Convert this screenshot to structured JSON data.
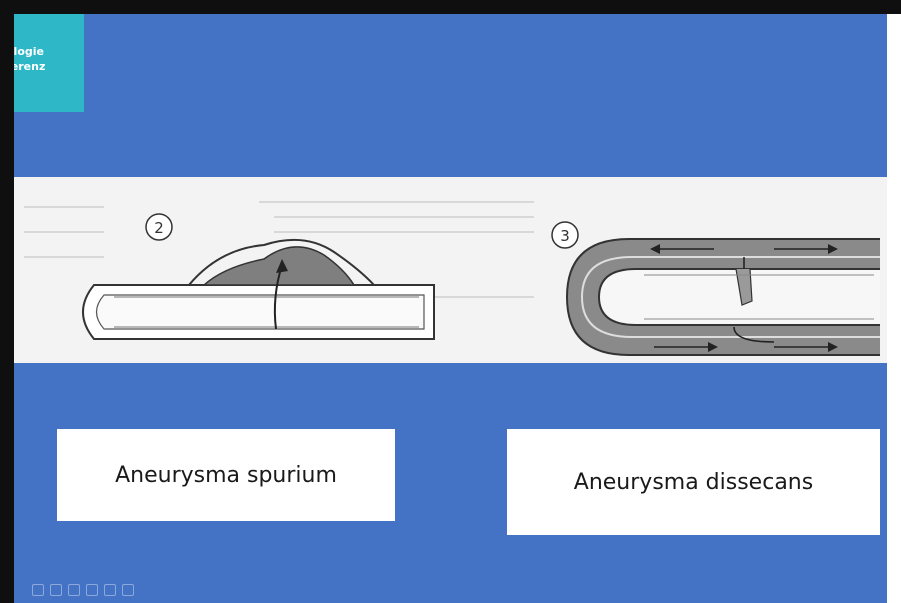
{
  "slide": {
    "logo_lines": [
      "ologie",
      "ferenz"
    ],
    "label_left": "Aneurysma spurium",
    "label_right": "Aneurysma dissecans",
    "figure_numbers": [
      "2",
      "3"
    ],
    "background_color": "#4472c4",
    "logo_color": "#2eb8c7"
  },
  "player": {
    "controls": [
      "prev-icon",
      "play-icon",
      "pen-icon",
      "screen-icon",
      "zoom-icon",
      "more-icon"
    ]
  }
}
